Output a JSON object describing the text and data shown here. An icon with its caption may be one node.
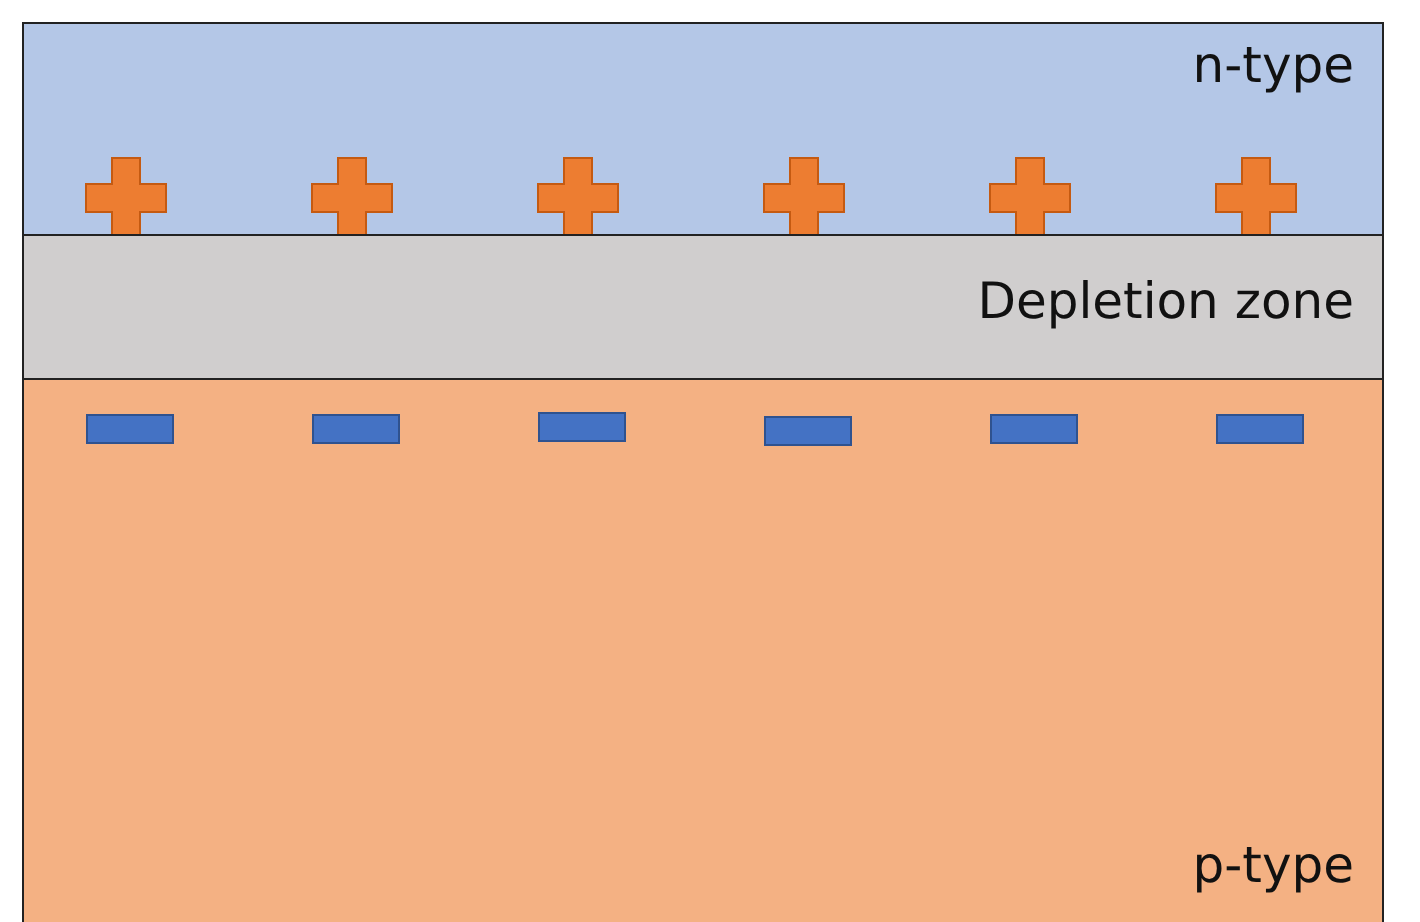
{
  "diagram": {
    "nodes": [
      {
        "text": [
          "n-type"
        ]
      },
      {
        "text": [
          "Depletion zone"
        ]
      },
      {
        "text": [
          "p-type"
        ]
      }
    ]
  }
}
